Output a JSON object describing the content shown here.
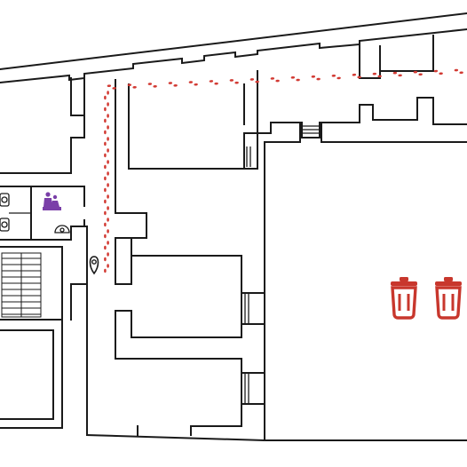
{
  "map": {
    "type": "indoor-floor-plan",
    "colors": {
      "walls": "#1a1a1a",
      "background": "#ffffff",
      "route": "#d23a33",
      "bins": "#c8372d",
      "restroom": "#7a3fa8"
    },
    "route": {
      "style": "footprints",
      "color": "#d23a33"
    },
    "markers": [
      {
        "name": "location-pin",
        "icon": "map-pin-icon",
        "color": "#1a1a1a"
      },
      {
        "name": "restroom",
        "icon": "restroom-icon",
        "color": "#7a3fa8"
      },
      {
        "name": "trash-bin-1",
        "icon": "trash-bin-icon",
        "color": "#c8372d"
      },
      {
        "name": "trash-bin-2",
        "icon": "trash-bin-icon",
        "color": "#c8372d"
      }
    ],
    "features": [
      "stairwell",
      "toilets",
      "sinks",
      "doors"
    ]
  }
}
